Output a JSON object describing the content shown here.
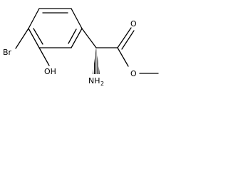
{
  "structure": {
    "atoms": {
      "bromine": "Br",
      "hydroxyl": "OH",
      "amine": "NH",
      "amine_subscript": "2",
      "carbonyl_oxygen": "O",
      "ester_oxygen": "O"
    },
    "colors": {
      "bond": "#000000",
      "label": "#000000",
      "background": "#ffffff"
    }
  }
}
